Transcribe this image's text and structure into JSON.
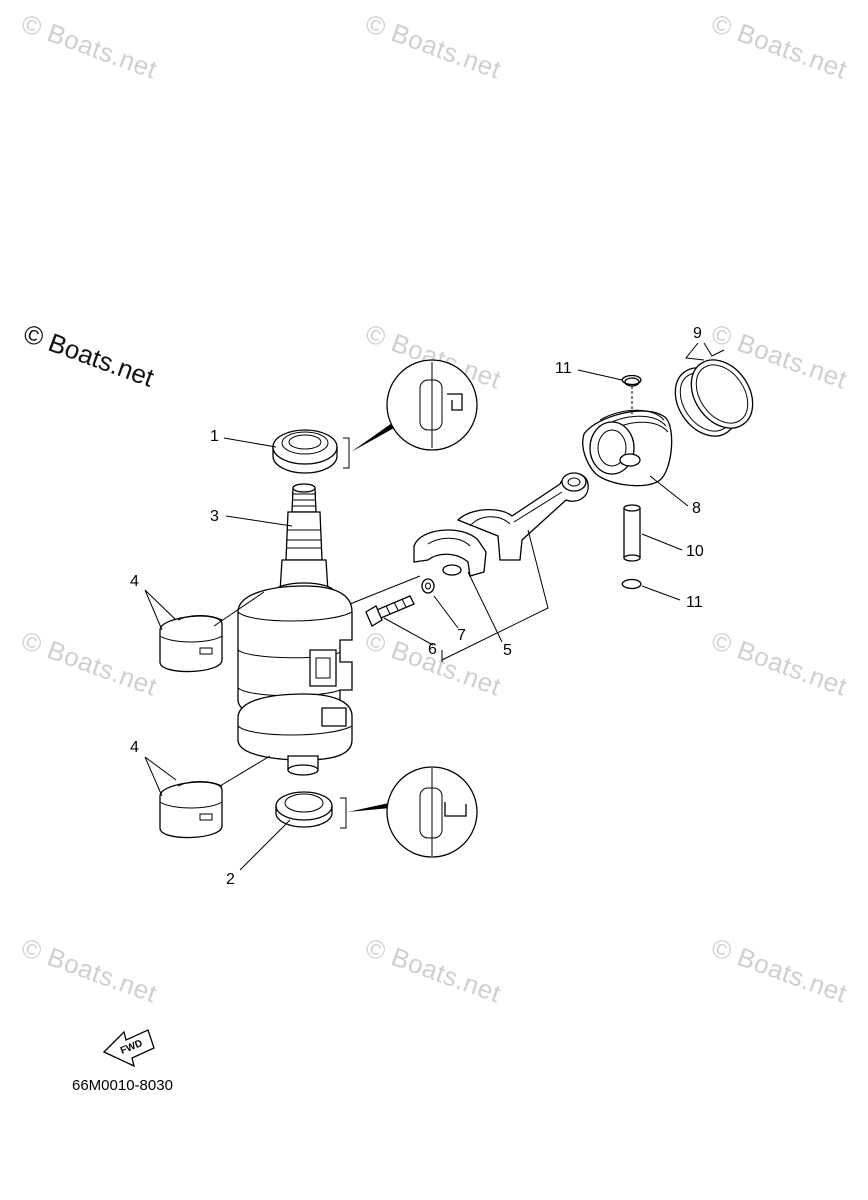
{
  "watermark": {
    "text": "© Boats.net",
    "main_text": "© Boats.net"
  },
  "diagram_code": "66M0010-8030",
  "fwd_label": "FWD",
  "callouts": [
    {
      "id": "c1",
      "label": "1"
    },
    {
      "id": "c2",
      "label": "2"
    },
    {
      "id": "c3",
      "label": "3"
    },
    {
      "id": "c4a",
      "label": "4"
    },
    {
      "id": "c4b",
      "label": "4"
    },
    {
      "id": "c5",
      "label": "5"
    },
    {
      "id": "c6",
      "label": "6"
    },
    {
      "id": "c7",
      "label": "7"
    },
    {
      "id": "c8",
      "label": "8"
    },
    {
      "id": "c9",
      "label": "9"
    },
    {
      "id": "c10",
      "label": "10"
    },
    {
      "id": "c11a",
      "label": "11"
    },
    {
      "id": "c11b",
      "label": "11"
    }
  ],
  "colors": {
    "line": "#000000",
    "watermark": "#cfcfcf",
    "background": "#ffffff"
  }
}
